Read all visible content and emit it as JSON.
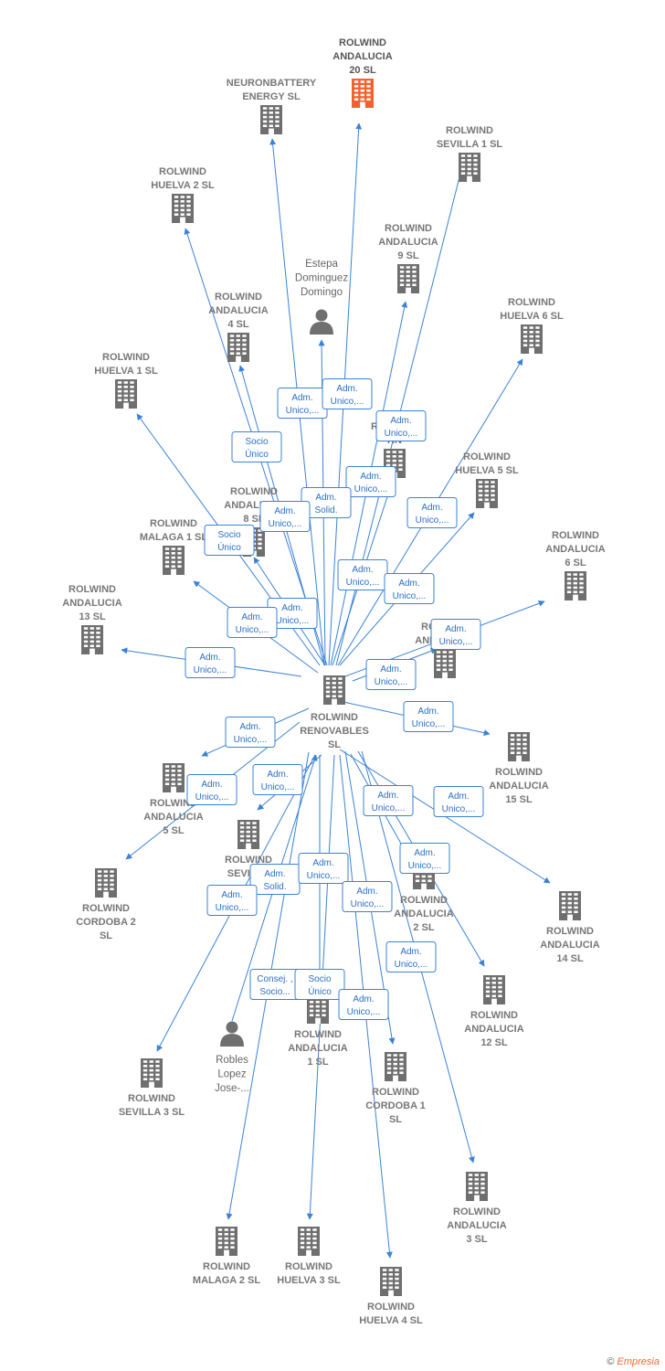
{
  "colors": {
    "building": "#6f6f6f",
    "highlight": "#f4602e",
    "person": "#6f6f6f",
    "edge": "#3b82d6",
    "label_box": "#3b82d6"
  },
  "center": {
    "id": "center",
    "lines": [
      "ROLWIND",
      "RENOVABLES",
      "SL"
    ]
  },
  "companies": [
    {
      "id": "a20",
      "lines": [
        "ROLWIND",
        "ANDALUCIA",
        "20  SL"
      ],
      "highlight": true
    },
    {
      "id": "neuron",
      "lines": [
        "NEURONBATTERY",
        "ENERGY  SL"
      ]
    },
    {
      "id": "sev1",
      "lines": [
        "ROLWIND",
        "SEVILLA 1  SL"
      ]
    },
    {
      "id": "hue2",
      "lines": [
        "ROLWIND",
        "HUELVA 2  SL"
      ]
    },
    {
      "id": "a9",
      "lines": [
        "ROLWIND",
        "ANDALUCIA",
        "9  SL"
      ]
    },
    {
      "id": "hue6",
      "lines": [
        "ROLWIND",
        "HUELVA 6  SL"
      ]
    },
    {
      "id": "a4",
      "lines": [
        "ROLWIND",
        "ANDALUCIA",
        "4  SL"
      ]
    },
    {
      "id": "hue1",
      "lines": [
        "ROLWIND",
        "HUELVA 1  SL"
      ]
    },
    {
      "id": "aX",
      "lines": [
        "ROLWIND",
        "AN"
      ]
    },
    {
      "id": "hue5",
      "lines": [
        "ROLWIND",
        "HUELVA 5  SL"
      ]
    },
    {
      "id": "a8",
      "lines": [
        "ROLWIND",
        "ANDALUCIA",
        "8  SL"
      ]
    },
    {
      "id": "mal1",
      "lines": [
        "ROLWIND",
        "MALAGA 1  SL"
      ]
    },
    {
      "id": "a6",
      "lines": [
        "ROLWIND",
        "ANDALUCIA",
        "6  SL"
      ]
    },
    {
      "id": "a13",
      "lines": [
        "ROLWIND",
        "ANDALUCIA",
        "13  SL"
      ]
    },
    {
      "id": "aY",
      "lines": [
        "ROLWIND",
        "ANDALUCIA"
      ]
    },
    {
      "id": "a15",
      "lines": [
        "ROLWIND",
        "ANDALUCIA",
        "15  SL"
      ]
    },
    {
      "id": "a5",
      "lines": [
        "ROLWIND",
        "ANDALUCIA",
        "5  SL"
      ]
    },
    {
      "id": "sev2",
      "lines": [
        "ROLWIND",
        "SEVILLA"
      ]
    },
    {
      "id": "cor2",
      "lines": [
        "ROLWIND",
        "CORDOBA 2",
        "SL"
      ]
    },
    {
      "id": "a14",
      "lines": [
        "ROLWIND",
        "ANDALUCIA",
        "14  SL"
      ]
    },
    {
      "id": "a2",
      "lines": [
        "ROLWIND",
        "ANDALUCIA",
        "2  SL"
      ]
    },
    {
      "id": "a12",
      "lines": [
        "ROLWIND",
        "ANDALUCIA",
        "12  SL"
      ]
    },
    {
      "id": "a1",
      "lines": [
        "ROLWIND",
        "ANDALUCIA",
        "1  SL"
      ]
    },
    {
      "id": "sev3",
      "lines": [
        "ROLWIND",
        "SEVILLA 3  SL"
      ]
    },
    {
      "id": "cor1",
      "lines": [
        "ROLWIND",
        "CORDOBA 1",
        "SL"
      ]
    },
    {
      "id": "a3",
      "lines": [
        "ROLWIND",
        "ANDALUCIA",
        "3  SL"
      ]
    },
    {
      "id": "mal2",
      "lines": [
        "ROLWIND",
        "MALAGA 2  SL"
      ]
    },
    {
      "id": "hue3",
      "lines": [
        "ROLWIND",
        "HUELVA 3  SL"
      ]
    },
    {
      "id": "hue4",
      "lines": [
        "ROLWIND",
        "HUELVA 4  SL"
      ]
    }
  ],
  "persons": [
    {
      "id": "estepa",
      "lines": [
        "Estepa",
        "Dominguez",
        "Domingo"
      ]
    },
    {
      "id": "robles",
      "lines": [
        "Robles",
        "Lopez",
        "Jose-..."
      ]
    }
  ],
  "relation_labels": [
    {
      "id": "r1",
      "lines": [
        "Adm.",
        "Unico,..."
      ]
    },
    {
      "id": "r2",
      "lines": [
        "Adm.",
        "Unico,..."
      ]
    },
    {
      "id": "r3",
      "lines": [
        "Adm.",
        "Unico,..."
      ]
    },
    {
      "id": "r4",
      "lines": [
        "Socio",
        "Único"
      ]
    },
    {
      "id": "r5",
      "lines": [
        "Adm.",
        "Unico,..."
      ]
    },
    {
      "id": "r6",
      "lines": [
        "Adm.",
        "Solid."
      ]
    },
    {
      "id": "r7",
      "lines": [
        "Adm.",
        "Unico,..."
      ]
    },
    {
      "id": "r8",
      "lines": [
        "Adm.",
        "Unico,..."
      ]
    },
    {
      "id": "r9",
      "lines": [
        "Socio",
        "Único"
      ]
    },
    {
      "id": "r10",
      "lines": [
        "Adm.",
        "Unico,..."
      ]
    },
    {
      "id": "r11",
      "lines": [
        "Adm.",
        "Unico,..."
      ]
    },
    {
      "id": "r12",
      "lines": [
        "Adm.",
        "Unico,..."
      ]
    },
    {
      "id": "r13",
      "lines": [
        "Adm.",
        "Unico,..."
      ]
    },
    {
      "id": "r14",
      "lines": [
        "Adm.",
        "Unico,..."
      ]
    },
    {
      "id": "r15",
      "lines": [
        "Adm.",
        "Unico,..."
      ]
    },
    {
      "id": "r16",
      "lines": [
        "Adm.",
        "Unico,..."
      ]
    },
    {
      "id": "r17",
      "lines": [
        "Adm.",
        "Unico,..."
      ]
    },
    {
      "id": "r18",
      "lines": [
        "Adm.",
        "Unico,..."
      ]
    },
    {
      "id": "r19",
      "lines": [
        "Adm.",
        "Unico,..."
      ]
    },
    {
      "id": "r20",
      "lines": [
        "Adm.",
        "Unico,..."
      ]
    },
    {
      "id": "r21",
      "lines": [
        "Adm.",
        "Unico,..."
      ]
    },
    {
      "id": "r22",
      "lines": [
        "Adm.",
        "Unico,..."
      ]
    },
    {
      "id": "r23",
      "lines": [
        "Adm.",
        "Unico,..."
      ]
    },
    {
      "id": "r24",
      "lines": [
        "Adm.",
        "Solid."
      ]
    },
    {
      "id": "r25",
      "lines": [
        "Adm.",
        "Unico,..."
      ]
    },
    {
      "id": "r26",
      "lines": [
        "Adm.",
        "Unico,..."
      ]
    },
    {
      "id": "r27",
      "lines": [
        "Adm.",
        "Unico,..."
      ]
    },
    {
      "id": "r28",
      "lines": [
        "Adm.",
        "Unico,..."
      ]
    },
    {
      "id": "r29",
      "lines": [
        "Adm.",
        "Unico,..."
      ]
    },
    {
      "id": "r30",
      "lines": [
        "Consej. ,",
        "Socio..."
      ]
    },
    {
      "id": "r31",
      "lines": [
        "Socio",
        "Único"
      ]
    },
    {
      "id": "r32",
      "lines": [
        "Adm.",
        "Unico,..."
      ]
    }
  ],
  "footer": {
    "copyright": "©",
    "brand": "Empresia"
  }
}
